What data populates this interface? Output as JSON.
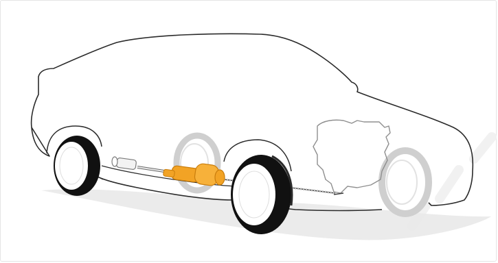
{
  "diagram": {
    "subject": "car-cutaway-exhaust-system",
    "colors": {
      "outline": "#2a2a2a",
      "ghost_wheel": "#c9c9c9",
      "ghost_engine": "#9a9a9a",
      "tire": "#111111",
      "rim": "#ffffff",
      "highlight_muffler": "#f2a325",
      "highlight_muffler_dark": "#c97d0c",
      "shadow": "#e6e6e6",
      "watermark": "#f0f0f0"
    },
    "parts": [
      {
        "id": "car-body",
        "icon": "car-outline-icon"
      },
      {
        "id": "front-wheel",
        "icon": "wheel-icon"
      },
      {
        "id": "rear-wheel",
        "icon": "wheel-icon"
      },
      {
        "id": "ghost-wheel-left",
        "icon": "wheel-icon"
      },
      {
        "id": "ghost-wheel-right",
        "icon": "wheel-icon"
      },
      {
        "id": "engine",
        "icon": "engine-icon"
      },
      {
        "id": "exhaust-pipe",
        "icon": "pipe-icon"
      },
      {
        "id": "muffler",
        "icon": "muffler-icon",
        "highlighted": true
      },
      {
        "id": "tailpipe",
        "icon": "tailpipe-icon"
      }
    ]
  }
}
